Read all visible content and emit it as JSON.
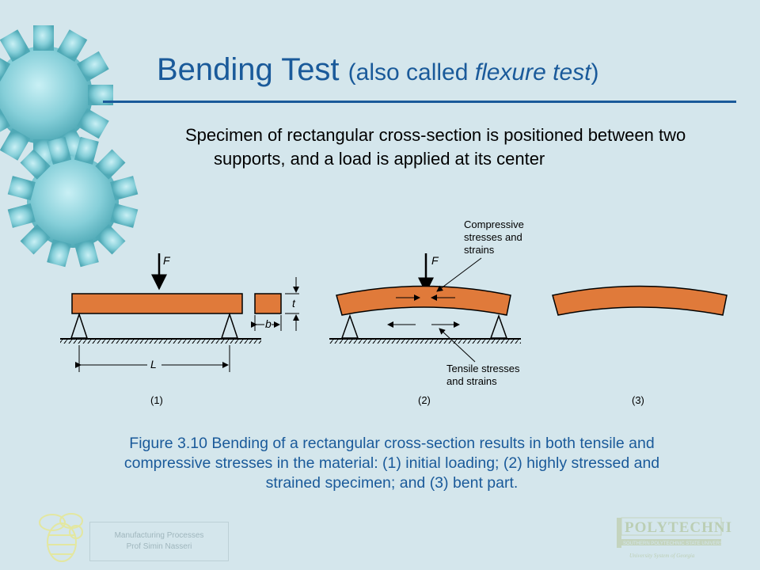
{
  "slide": {
    "title_main": "Bending Test",
    "title_paren_open": "(also called ",
    "title_paren_italic": "flexure test",
    "title_paren_close": ")",
    "bullet": "Specimen of rectangular cross-section is positioned between two supports, and a load is applied at its center",
    "caption": "Figure 3.10 Bending of a rectangular cross-section results in both tensile and compressive stresses in the material: (1) initial loading; (2) highly stressed and strained specimen; and (3) bent part.",
    "footer_line1": "Manufacturing Processes",
    "footer_line2": "Prof Simin Nasseri"
  },
  "figure": {
    "force_label": "F",
    "span_label": "L",
    "thickness_label": "t",
    "width_label": "b",
    "compressive_label_line1": "Compressive",
    "compressive_label_line2": "stresses and",
    "compressive_label_line3": "strains",
    "tensile_label_line1": "Tensile stresses",
    "tensile_label_line2": "and strains",
    "panel1_label": "(1)",
    "panel2_label": "(2)",
    "panel3_label": "(3)"
  },
  "logo": {
    "name": "POLYTECHNIC",
    "subtitle": "SOUTHERN POLYTECHNIC STATE UNIVERSITY",
    "tagline": "University System of Georgia"
  },
  "colors": {
    "background": "#d4e6ec",
    "title": "#1a5a9a",
    "specimen": "#e07a3a",
    "gear": "#7ecbd6"
  },
  "icons": [
    "gear-icon",
    "bee-mascot-icon",
    "university-logo"
  ]
}
